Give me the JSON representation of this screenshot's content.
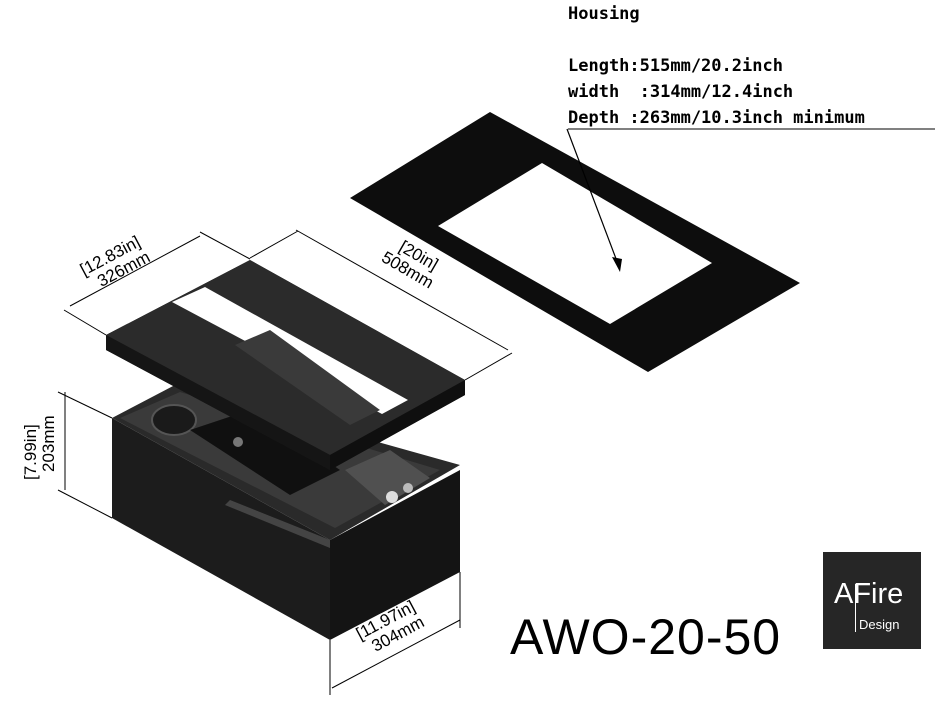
{
  "housing": {
    "title": "Housing",
    "length": "Length:515mm/20.2inch",
    "width": "width  :314mm/12.4inch",
    "depth": "Depth :263mm/10.3inch minimum"
  },
  "dimensions": {
    "top_width_in": "[12.83in]",
    "top_width_mm": "326mm",
    "length_in": "[20in]",
    "length_mm": "508mm",
    "height_in": "[7.99in]",
    "height_mm": "203mm",
    "depth_in": "[11.97in]",
    "depth_mm": "304mm"
  },
  "model": "AWO-20-50",
  "logo": {
    "main": "AFire",
    "sub": "Design"
  },
  "colors": {
    "unit": "#1e1e1e",
    "frame": "#0d0d0d",
    "panel": "#2b2b2b",
    "logo_bg": "#262626"
  }
}
